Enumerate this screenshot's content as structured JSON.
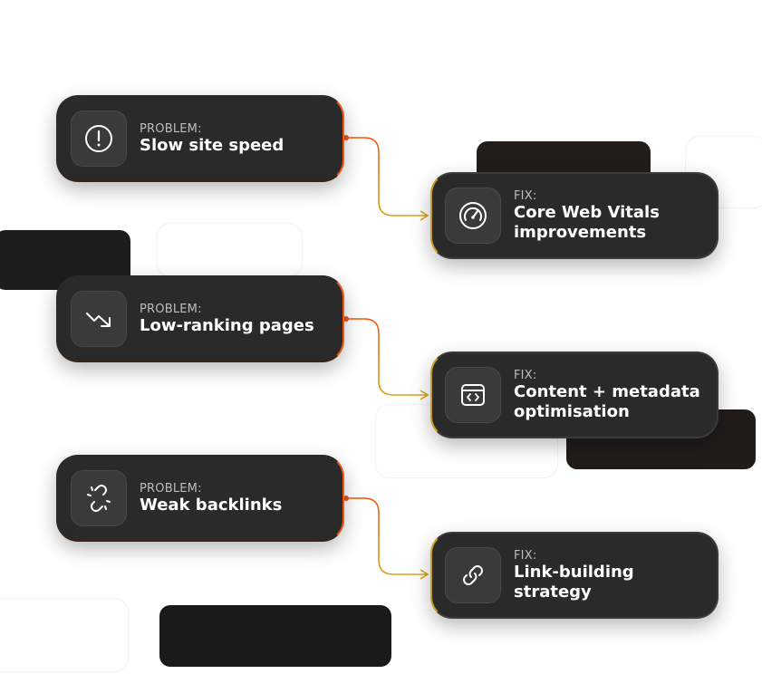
{
  "rows": [
    {
      "problem": {
        "kicker": "PROBLEM:",
        "title": "Slow site speed",
        "icon": "alert-circle-icon"
      },
      "fix": {
        "kicker": "FIX:",
        "title": "Core Web Vitals improvements",
        "icon": "speedometer-icon"
      }
    },
    {
      "problem": {
        "kicker": "PROBLEM:",
        "title": "Low-ranking pages",
        "icon": "trending-down-icon"
      },
      "fix": {
        "kicker": "FIX:",
        "title": "Content + metadata optimisation",
        "icon": "code-window-icon"
      }
    },
    {
      "problem": {
        "kicker": "PROBLEM:",
        "title": "Weak backlinks",
        "icon": "broken-link-icon"
      },
      "fix": {
        "kicker": "FIX:",
        "title": "Link-building strategy",
        "icon": "link-icon"
      }
    }
  ],
  "colors": {
    "card": "#2a2a2a",
    "problem_accent": "#f0560f",
    "fix_accent": "#c69d14",
    "connector_start": "#f0560f",
    "connector_end": "#d9a31a"
  }
}
